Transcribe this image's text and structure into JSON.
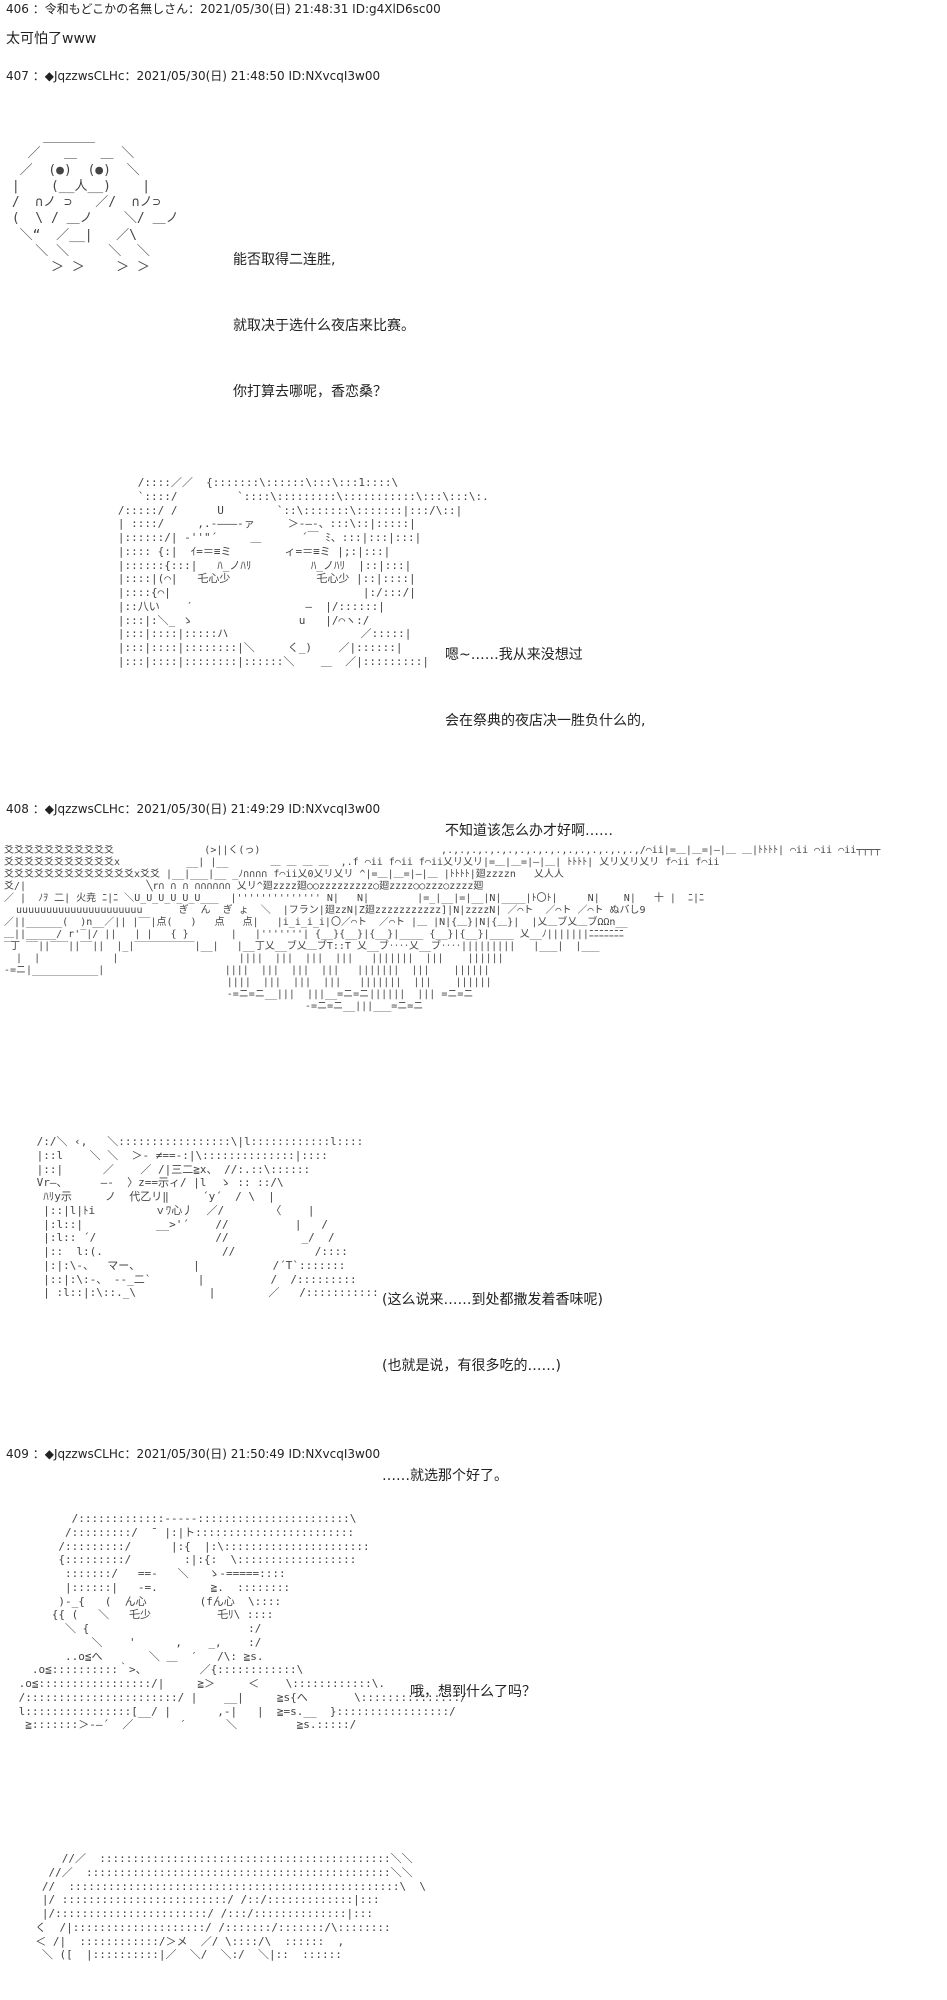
{
  "posts": [
    {
      "header": "406 ：令和もどこかの名無しさん：2021/05/30(日) 21:48:31 ID:g4XlD6sc00",
      "body": "太可怕了www"
    },
    {
      "header": "407 ：◆JqzzwsCLHc：2021/05/30(日) 21:48:50 ID:NXvcqI3w00",
      "panels": [
        {
          "art": "     ＿＿＿＿\n   ／   ＿   ＿ ＼\n  ／  (●)  (●)  ＼\n |    (__人__)    |\n /  ∩ノ ⊃   ／/  ∩ノ⊃\n (  \\ / ＿ノ    ＼/ ＿ノ\n  ＼“  ／__|   ／\\\n    ＼ ＼     ＼  ＼\n      ＞ ＞    ＞ ＞",
          "lines": [
            "能否取得二连胜,",
            "就取决于选什么夜店来比赛。",
            "你打算去哪呢，香恋桑？"
          ]
        },
        {
          "art": "      /::::／／  {:::::::\\::::::\\:::\\:::1::::\\\n      `::::/         `::::\\:::::::::\\:::::::::::\\:::\\:::\\:.\n   /:::::/ /      U        `::\\:::::::\\:::::::|:::/\\::|\n   | ::::/     ,.-―――‐ァ     ＞-―‐、:::\\::|:::::|\n   |::::::/| ‐''\"´     ＿      ´￣ ﾐ、:::|:::|:::|\n   |:::: {:|  ｲ=＝≡ミ        ィ=＝≡ミ |;:|:::|\n   |::::::{:::|   ﾊ_ノﾊﾘ         ﾊ_ノﾊﾘ  |::|:::|\n   |::::|(⌒|   乇心少             乇心少 |::|::::|\n   |::::{⌒|                             |:/:::/|\n   |::八い    ′                 —  |/::::::|\n   |:::|:＼_ ゝ                u   |/⌒ヽ:/\n   |:::|::::|:::::ハ                    ／:::::|\n   |:::|::::|::::::::|＼     く_)    ／|::::::|\n   |:::|::::|::::::::|::::::＼    ＿  ／|:::::::::|",
          "lines": [
            "嗯~……我从来没想过",
            "会在祭典的夜店决一胜负什么的,",
            "",
            "不知道该怎么办才好啊……"
          ]
        }
      ]
    },
    {
      "header": "408 ：◆JqzzwsCLHc：2021/05/30(日) 21:49:29 ID:NXvcqI3w00",
      "panels": [
        {
          "art": "爻爻爻爻爻爻爻爻爻爻爻               (>||く(っ)                              ,.,.,.,.,.,.,.,.,.,.,.,.,.,.,.,.,/⌒ii|=＿|＿=|―|＿ ＿|ﾄﾄﾄﾄ| ⌒ii ⌒ii ⌒ii┬┬┬┬\n爻爻爻爻爻爻爻爻爻爻爻x           __| |__       ＿ ＿ ＿ ＿  ,.f ⌒ii f⌒ii f⌒ii乂リ乂リ|=＿|＿=|―|＿| ﾄﾄﾄﾄ| 乂リ乂リ乂リ f⌒ii f⌒ii\n爻爻爻爻爻爻爻爻爻爻爻爻爻x爻爻 |__|___|__ _ﾉ∩∩∩∩ f⌒ii乂0乂リ乂リ ^|=＿|＿=|―|＿ |ﾄﾄﾄﾄ|廻zzzzn   乂人人\n爻/|                    ╲r∩ ∩ ∩ ∩∩∩∩∩∩ 乂リ^廻zzzz廻○○zzzzzzzzz○廻zzzz○○zzz○zzzz廻\n／ |  ﾉｦ 二| 火尭 ﾆ|ﾆ ＼U_U_U_U_U_U___  |'''''''''''''' N|   N|        |=_|__|=|__|N|____|ﾄ〇ﾄ|     N|    N|   十 |  ﾆ|ﾆ\n  uuuuuuuuuuuuuuuuuuuuu      ぎ  ん  ぎ ょ  ＼  |フラン|廻zzN|Z廻zzzzzzzzzzz]|N|zzzzN| ／⌒ト  ／⌒ト ／⌒ト ぬバし9\n／||______(  )n__／|| |‾‾|点(   )   点   点|   |i_i_i_i|〇／⌒ト  ／⌒ト |＿ |N|{＿}|N|{＿}|  |乂＿ブ乂＿ブΩΩn__\n＿||_____/ r'‾|/ ||   | |   { }       |   |'''''''| {__}{__}|{__}|____ {__}|{__}|____ 乂__ﾉ|||||||ﾆﾆﾆﾆﾆﾆﾆ\n‾丁 ‾‾||‾‾‾||‾‾||  |_|‾‾‾‾‾‾‾‾‾‾|__|   |__丁乂__ブ乂＿ブT::T 乂__ブ‥‥乂__ブ‥‥|||||||||   |___|  |___\n  |  |            |                    ||||  |||  |||  |||   |||||||  |||    ||||||\n-=ニ|___________|                    ||||  |||  |||  |||   |||||||  |||    ||||||\n                                     ||||  |||  |||  |||   |||||||  |||    ||||||\n                                     -=ニ=ニ__|||  |||__=ニ=ニ||||||  ||| =ニ=ニ\n                                                  -=ニ=ニ__|||___=ニ=ニ",
          "lines": []
        },
        {
          "art": " /:/＼ ‹,   ＼:::::::::::::::::\\|l::::::::::::l::::\n |::l    ＼ ＼  ＞‐ ≠==‐:|\\::::::::::::::|::::\n |::|      ／    ／ /|三二≧x、 //:.::\\::::::\n Vr―、     ―‐  〉z==示ィ/ |l  ゝ :: ::/\\\n  ﾊﾘy示     ノ  代乙リ‖     ´y´  / \\  |\n  |::|l|ﾄi         ｖﾜ心丿  ／/       〈    |\n  |:l::|           __>'´    //          |   /\n  |:l:: ´/                  //           _/  /\n  |::  l:(.                  //            /::::\n  |:|:\\‐、  マー、        |           /´T`:::::::\n  |::|:\\:‐、 ‐-_二`       |          /  /:::::::::\n  | :l::|:\\::._\\           |        ／   /:::::::::::",
          "lines": [
            "(这么说来……到处都撒发着香味呢)",
            "(也就是说，有很多吃的……)",
            "",
            "……就选那个好了。"
          ]
        }
      ]
    },
    {
      "header": "409 ：◆JqzzwsCLHc：2021/05/30(日) 21:50:49 ID:NXvcqI3w00",
      "panels": [
        {
          "art": "         /:::::::::::::-‐‐‐-:::::::::::::::::::::::\\\n        /:::::::::/  ̄  |:|ト::::::::::::::::::::::::\n       /:::::::::/      |:{  |:\\::::::::::::::::::::::\n       {:::::::::/        :|:{:  \\::::::::::::::::::\n        :::::::/   ==-   ＼   ゝ-=====::::\n        |::::::|   -=.        ≧.  ::::::::\n       )-_{   (  ん心        (fん心  \\::::\n      {{ (   ＼   乇少          乇ﾘ\\ ::::\n        ＼ {                        :/\n            ＼    '      ,    _,    :/\n        ..o≦へ       ＼ ＿  ′   /\\: ≧s.\n   .o≦::::::::::｀>、        ／{::::::::::::\\\n .o≦:::::::::::::::::/|     ≧＞     ＜    \\::::::::::::\\.\n /:::::::::::::::::::::::/ |    __|     ≧s{へ       \\:::::::::::::::/\n l::::::::::::::::[__/ |       ,‐|   |  ≧=s.__  }:::::::::::::::::/\n  ≧:::::::＞-―´  ／       ′      ＼         ≧s.:::::/",
          "lines": [
            "哦，想到什么了吗？"
          ]
        },
        {
          "art": "      //／  ::::::::::::::::::::::::::::::::::::::::::::＼＼\n    //／  ::::::::::::::::::::::::::::::::::::::::::::::＼＼\n   //  ::::::::::::::::::::::::::::::::::::::::::::::::::\\  \\\n   |/ :::::::::::::::::::::::::/ /::/:::::::::::::|:::\n   |/:::::::::::::::::::::::/ /:::/::::::::::::::|:::\n  く  /|::::::::::::::::::::/ /:::::::/:::::::/\\::::::::\n  ＜ /|  ::::::::::::/＞メ  ／/ \\::::/\\  ::::::  ,\n   ＼ ([  |::::::::::|／  ＼/  ＼:/  ＼|::  ::::::",
          "lines": []
        }
      ]
    }
  ]
}
